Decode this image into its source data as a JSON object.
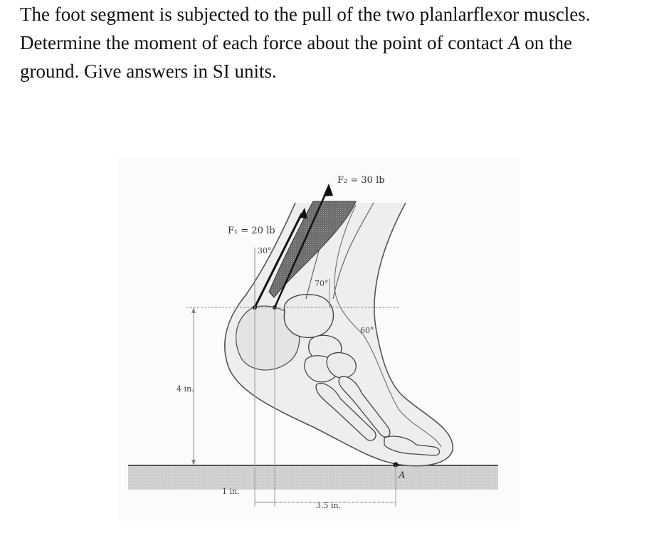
{
  "problem": {
    "line1": "The foot segment is subjected to the pull of the two planlarflexor muscles.",
    "line2_before": "Determine the moment of each force about the point of contact ",
    "line2_point": "A",
    "line2_after": " on the",
    "line3": "ground. Give answers in SI units."
  },
  "figure": {
    "f1_label": "F₁ = 20 lb",
    "f2_label": "F₂ = 30 lb",
    "angle_30": "30°",
    "angle_70": "70°",
    "angle_60": "60°",
    "height_dim": "4 in.",
    "dim_1in": "1 in.",
    "dim_3_5in": "3.5 in.",
    "point_a": "A"
  }
}
